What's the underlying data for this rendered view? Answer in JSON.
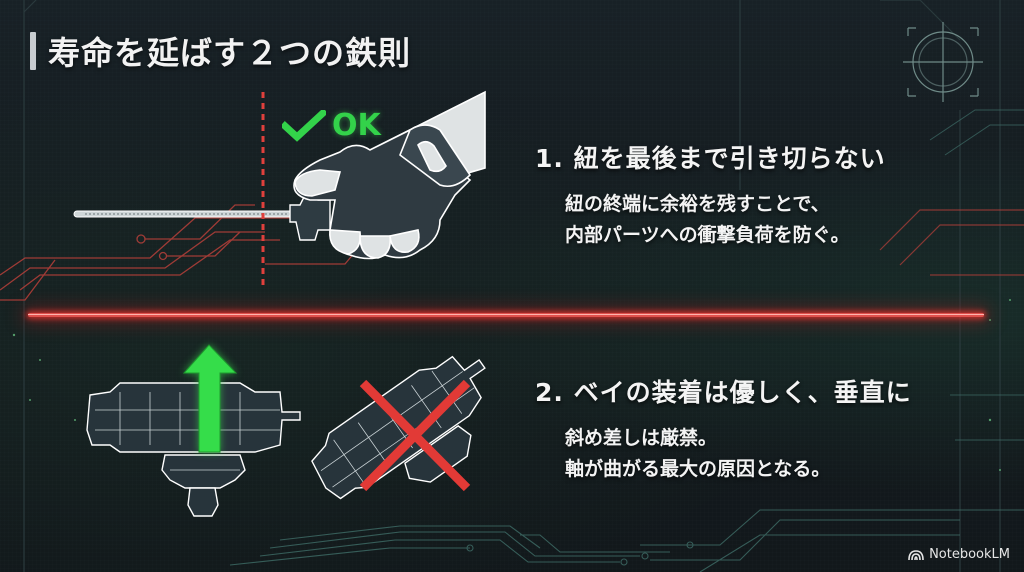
{
  "slide": {
    "title": "寿命を延ばす２つの鉄則",
    "ok_label": "OK",
    "rules": [
      {
        "heading": "1. 紐を最後まで引き切らない",
        "lines": [
          "紐の終端に余裕を残すことで、",
          "内部パーツへの衝撃負荷を防ぐ。"
        ]
      },
      {
        "heading": "2. ベイの装着は優しく、垂直に",
        "lines": [
          "斜め差しは厳禁。",
          "軸が曲がる最大の原因となる。"
        ]
      }
    ],
    "watermark": "NotebookLM"
  },
  "icons": {
    "check": "check-icon",
    "cross": "cross-icon",
    "up_arrow": "up-arrow-icon",
    "target": "crosshair-icon",
    "brand": "notebooklm-logo-icon"
  },
  "colors": {
    "background": "#151b1f",
    "accent_green": "#33d24a",
    "accent_red": "#e0403c",
    "text": "#f4f4f4",
    "circuit_red": "#b8403a",
    "circuit_teal": "#3f6e68"
  }
}
